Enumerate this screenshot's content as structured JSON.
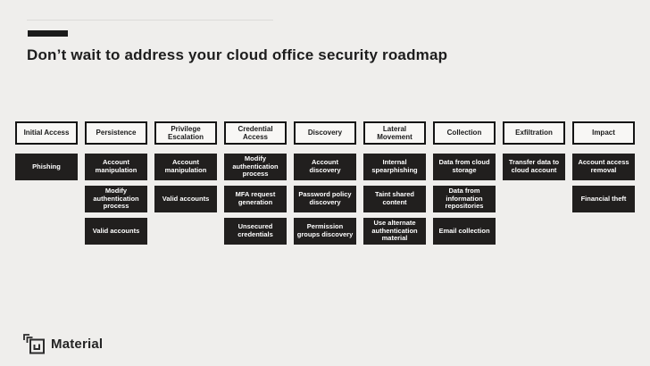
{
  "title": "Don’t wait to address your cloud office security roadmap",
  "matrix": {
    "columns": [
      {
        "header": "Initial Access",
        "cells": [
          "Phishing"
        ]
      },
      {
        "header": "Persistence",
        "cells": [
          "Account manipulation",
          "Modify authentication process",
          "Valid accounts"
        ]
      },
      {
        "header": "Privilege Escalation",
        "cells": [
          "Account manipulation",
          "Valid accounts"
        ]
      },
      {
        "header": "Credential Access",
        "cells": [
          "Modify authentication process",
          "MFA request generation",
          "Unsecured credentials"
        ]
      },
      {
        "header": "Discovery",
        "cells": [
          "Account discovery",
          "Password policy discovery",
          "Permission groups discovery"
        ]
      },
      {
        "header": "Lateral Movement",
        "cells": [
          "Internal spearphishing",
          "Taint shared content",
          "Use alternate authentication material"
        ]
      },
      {
        "header": "Collection",
        "cells": [
          "Data from cloud storage",
          "Data from information repositories",
          "Email collection"
        ]
      },
      {
        "header": "Exfiltration",
        "cells": [
          "Transfer data to cloud account"
        ]
      },
      {
        "header": "Impact",
        "cells": [
          "Account access removal",
          "Financial theft"
        ]
      }
    ]
  },
  "footer": {
    "brand": "Material"
  },
  "colors": {
    "page_bg": "#efeeec",
    "accent_bar": "#1b1b1b",
    "header_fill": "#f8f7f5",
    "header_border": "#141414",
    "cell_bg": "#211f1e",
    "cell_text": "#ffffff",
    "title_text": "#1d1d1d"
  }
}
